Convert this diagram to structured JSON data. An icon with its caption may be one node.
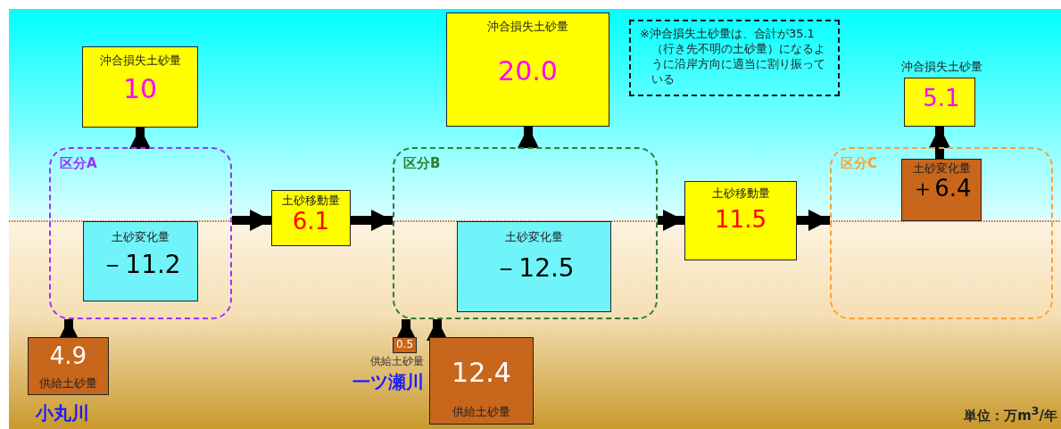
{
  "diagram": {
    "nodes": [
      {
        "text": [
          "区分A"
        ]
      },
      {
        "text": [
          "区分B"
        ]
      },
      {
        "text": [
          "区分C"
        ]
      },
      {
        "text": [
          "沖合損失土砂量",
          "10"
        ]
      },
      {
        "text": [
          "土砂変化量",
          "－11.2"
        ],
        "in": 0
      },
      {
        "text": [
          "土砂移動量",
          "6.1"
        ]
      },
      {
        "text": [
          "沖合損失土砂量",
          "20.0"
        ]
      },
      {
        "text": [
          "土砂変化量",
          "－12.5"
        ],
        "in": 1
      },
      {
        "text": [
          "土砂移動量",
          "11.5"
        ]
      },
      {
        "text": [
          "沖合損失土砂量",
          "5.1"
        ]
      },
      {
        "text": [
          "土砂変化量",
          "＋6.4"
        ],
        "in": 2
      },
      {
        "text": [
          "4.9",
          "供給土砂量"
        ],
        "beside": [
          "小丸川"
        ]
      },
      {
        "text": [
          "0.5"
        ],
        "beside": [
          "供給土砂量",
          "一ツ瀬川"
        ]
      },
      {
        "text": [
          "12.4",
          "供給土砂量"
        ]
      },
      {
        "text": [
          "※沖合損失土砂量は、合計が35.1（行き先不明の土砂量）になるように沿岸方向に適当に割り振っている"
        ]
      }
    ],
    "edges": [
      {
        "from": 0,
        "to": 3,
        "arrow": "to"
      },
      {
        "from": 11,
        "to": 0,
        "arrow": "to"
      },
      {
        "from": 0,
        "to": 5,
        "arrow": "to"
      },
      {
        "from": 5,
        "to": 1,
        "arrow": "to"
      },
      {
        "from": 1,
        "to": 6,
        "arrow": "to"
      },
      {
        "from": 12,
        "to": 1,
        "arrow": "to"
      },
      {
        "from": 13,
        "to": 1,
        "arrow": "to"
      },
      {
        "from": 1,
        "to": 8,
        "arrow": "to"
      },
      {
        "from": 8,
        "to": 2,
        "arrow": "to"
      },
      {
        "from": 10,
        "to": 9,
        "arrow": "to"
      }
    ],
    "labels": [
      "単位：万m$^{3}$/年"
    ]
  }
}
